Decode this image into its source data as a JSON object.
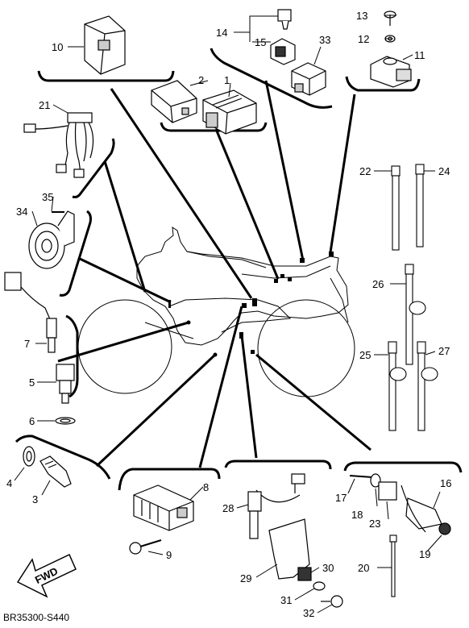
{
  "diagram": {
    "code": "BR35300-S440",
    "direction_label": "FWD",
    "parts": [
      {
        "num": "1"
      },
      {
        "num": "2"
      },
      {
        "num": "3"
      },
      {
        "num": "4"
      },
      {
        "num": "5"
      },
      {
        "num": "6"
      },
      {
        "num": "7"
      },
      {
        "num": "8"
      },
      {
        "num": "9"
      },
      {
        "num": "10"
      },
      {
        "num": "11"
      },
      {
        "num": "12"
      },
      {
        "num": "13"
      },
      {
        "num": "14"
      },
      {
        "num": "15"
      },
      {
        "num": "16"
      },
      {
        "num": "17"
      },
      {
        "num": "18"
      },
      {
        "num": "19"
      },
      {
        "num": "20"
      },
      {
        "num": "21"
      },
      {
        "num": "22"
      },
      {
        "num": "23"
      },
      {
        "num": "24"
      },
      {
        "num": "25"
      },
      {
        "num": "26"
      },
      {
        "num": "27"
      },
      {
        "num": "28"
      },
      {
        "num": "29"
      },
      {
        "num": "30"
      },
      {
        "num": "31"
      },
      {
        "num": "32"
      },
      {
        "num": "33"
      },
      {
        "num": "34"
      },
      {
        "num": "35"
      }
    ]
  }
}
